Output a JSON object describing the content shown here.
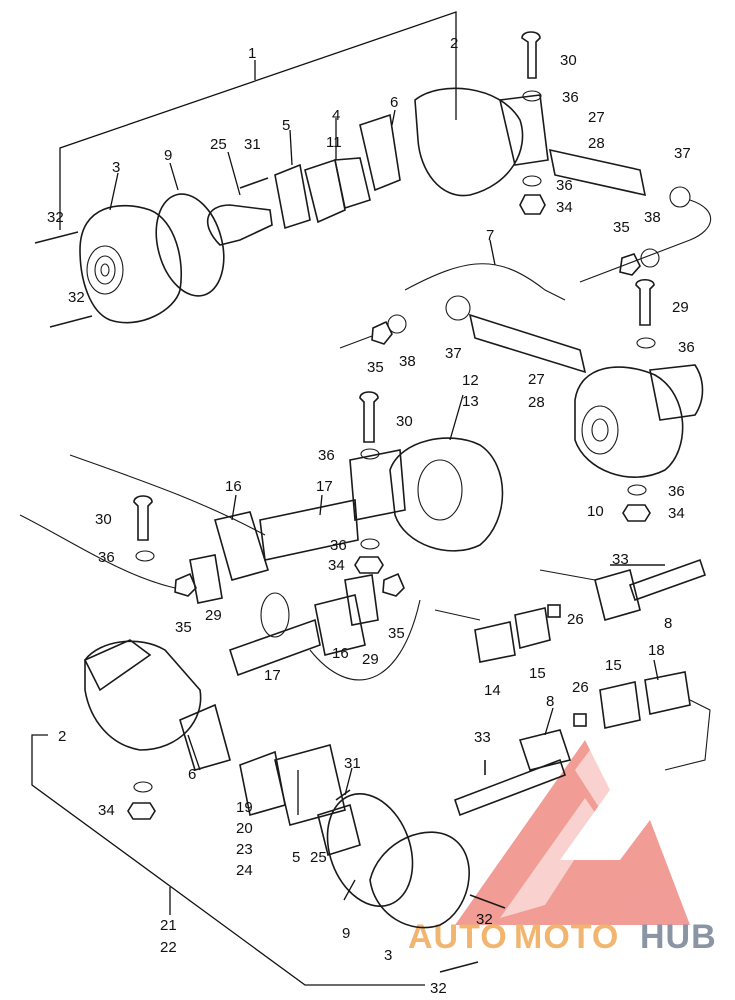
{
  "labels": {
    "n1": "1",
    "n2a": "2",
    "n2b": "2",
    "n3a": "3",
    "n3b": "3",
    "n4": "4",
    "n5a": "5",
    "n5b": "5",
    "n6a": "6",
    "n6b": "6",
    "n7": "7",
    "n8a": "8",
    "n8b": "8",
    "n9a": "9",
    "n9b": "9",
    "n10": "10",
    "n11": "11",
    "n12": "12",
    "n13": "13",
    "n14": "14",
    "n15a": "15",
    "n15b": "15",
    "n16a": "16",
    "n16b": "16",
    "n17a": "17",
    "n17b": "17",
    "n18": "18",
    "n19": "19",
    "n20": "20",
    "n21": "21",
    "n22": "22",
    "n23": "23",
    "n24": "24",
    "n25a": "25",
    "n25b": "25",
    "n26a": "26",
    "n26b": "26",
    "n27a": "27",
    "n27b": "27",
    "n28a": "28",
    "n28b": "28",
    "n29a": "29",
    "n29b": "29",
    "n29c": "29",
    "n30a": "30",
    "n30b": "30",
    "n30c": "30",
    "n31a": "31",
    "n31b": "31",
    "n32a": "32",
    "n32b": "32",
    "n32c": "32",
    "n32d": "32",
    "n33a": "33",
    "n33b": "33",
    "n34a": "34",
    "n34b": "34",
    "n34c": "34",
    "n34d": "34",
    "n35a": "35",
    "n35b": "35",
    "n35c": "35",
    "n35d": "35",
    "n36a": "36",
    "n36b": "36",
    "n36c": "36",
    "n36d": "36",
    "n36e": "36",
    "n36f": "36",
    "n36g": "36",
    "n37a": "37",
    "n37b": "37",
    "n38a": "38",
    "n38b": "38"
  },
  "watermark": {
    "part1": "AUTO",
    "part2": "MOTO",
    "part3": "HUB",
    "colors": {
      "logo": "#e8483f",
      "auto": "#f1b56f",
      "moto": "#f1b56f",
      "hub": "#8a94a4"
    }
  }
}
